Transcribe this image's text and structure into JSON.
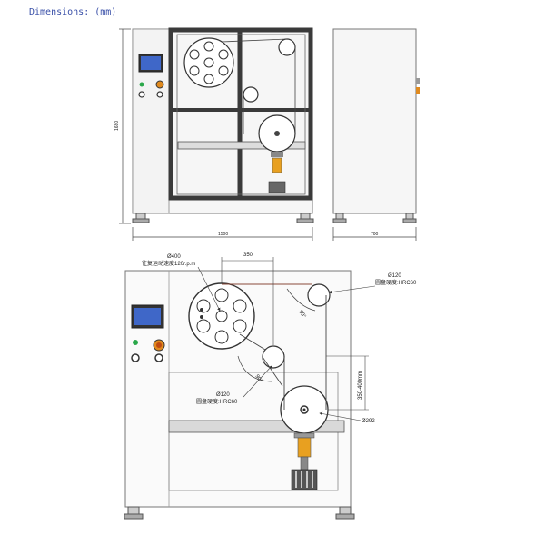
{
  "title": "Dimensions: (mm)",
  "dims": {
    "height_front": "1680",
    "width_front": "1500",
    "depth_side": "700"
  },
  "detail": {
    "main_wheel_dia": "Ø400",
    "main_wheel_note": "往复运动速度120r.p.m",
    "distance_350": "350",
    "top_pulley_dia": "Ø120",
    "top_pulley_note": "圆盘硬度:HRC60",
    "mid_pulley_dia": "Ø120",
    "mid_pulley_note": "圆盘硬度:HRC60",
    "angle_top": "90°",
    "angle_mid": "90°",
    "range_label": "350-400mm",
    "lower_wheel_dia": "Ø292"
  },
  "colors": {
    "screen": "#3f67c8",
    "frame": "#444444",
    "lamp_green": "#2aa84a",
    "lamp_orange": "#e08a1e"
  }
}
